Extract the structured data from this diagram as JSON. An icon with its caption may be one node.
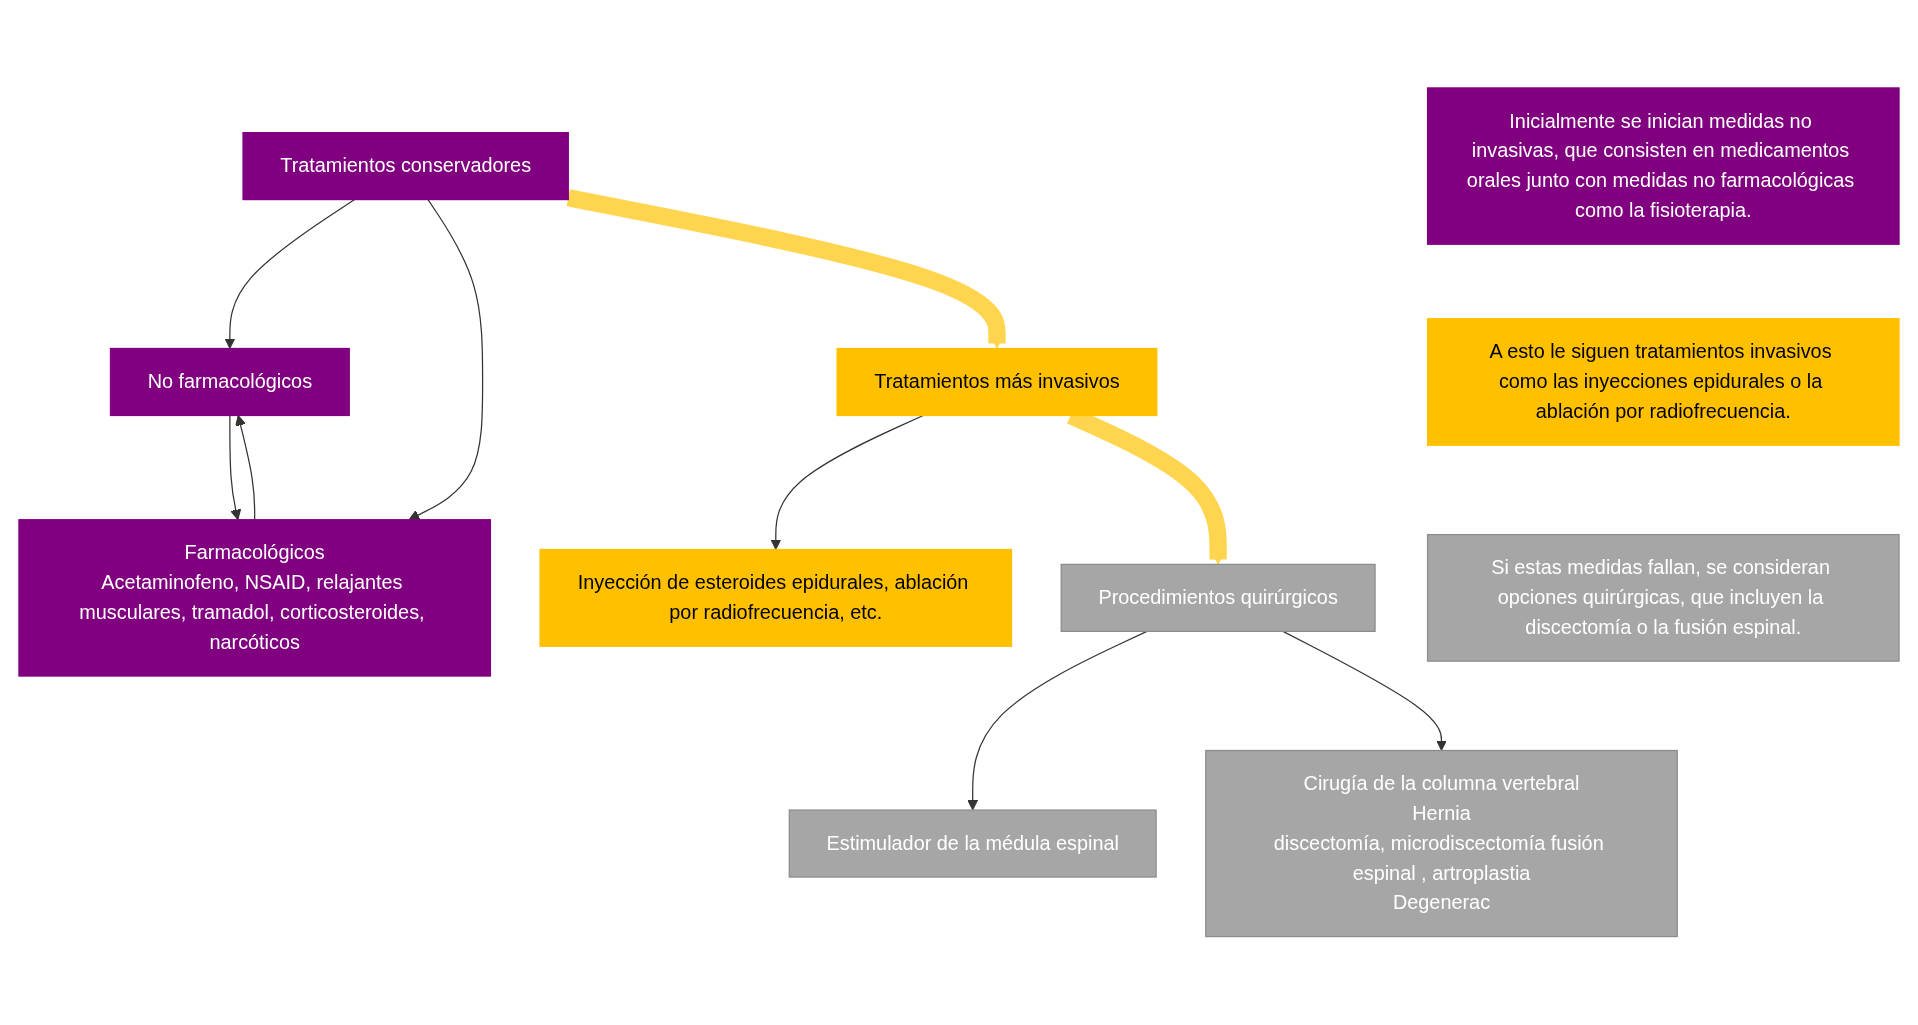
{
  "diagram": {
    "nodes": [
      {
        "text": [
          "Inicialmente se inician medidas no invasivas, que consisten en medicamentos orales junto con medidas no farmacológicas como la fisioterapia."
        ]
      },
      {
        "text": [
          "Tratamientos conservadores"
        ]
      },
      {
        "text": [
          "No farmacológicos"
        ]
      },
      {
        "text": [
          "Farmacológicos",
          "Acetaminofeno, NSAID, relajantes musculares, tramadol, corticosteroides, narcóticos"
        ]
      },
      {
        "text": [
          "A esto le siguen tratamientos invasivos como las inyecciones epidurales o la ablación por radiofrecuencia."
        ]
      },
      {
        "text": [
          "Tratamientos más invasivos"
        ]
      },
      {
        "text": [
          "Inyección de esteroides epidurales, ablación por radiofrecuencia, etc."
        ]
      },
      {
        "text": [
          "Si estas medidas fallan, se consideran opciones quirúrgicas, que incluyen la discectomía o la fusión espinal."
        ]
      },
      {
        "text": [
          "Procedimientos quirúrgicos"
        ]
      },
      {
        "text": [
          "Estimulador de la médula espinal"
        ]
      },
      {
        "text": [
          "Cirugía de la columna vertebral",
          "Hernia",
          "discectomía, microdiscectomía fusión espinal , artroplastia",
          "Degenerac"
        ]
      }
    ],
    "edges": [
      {
        "from": 1,
        "to": 2,
        "arrow": "to"
      },
      {
        "from": 1,
        "to": 3,
        "arrow": "to"
      },
      {
        "from": 2,
        "to": 3,
        "arrow": "to"
      },
      {
        "from": 3,
        "to": 2,
        "arrow": "to"
      },
      {
        "from": 1,
        "to": 5,
        "arrow": "to",
        "style": "thick",
        "color": "#ffd54f"
      },
      {
        "from": 5,
        "to": 6,
        "arrow": "to"
      },
      {
        "from": 5,
        "to": 8,
        "arrow": "to",
        "style": "thick",
        "color": "#ffd54f"
      },
      {
        "from": 8,
        "to": 9,
        "arrow": "to"
      },
      {
        "from": 8,
        "to": 10,
        "arrow": "to"
      }
    ]
  }
}
